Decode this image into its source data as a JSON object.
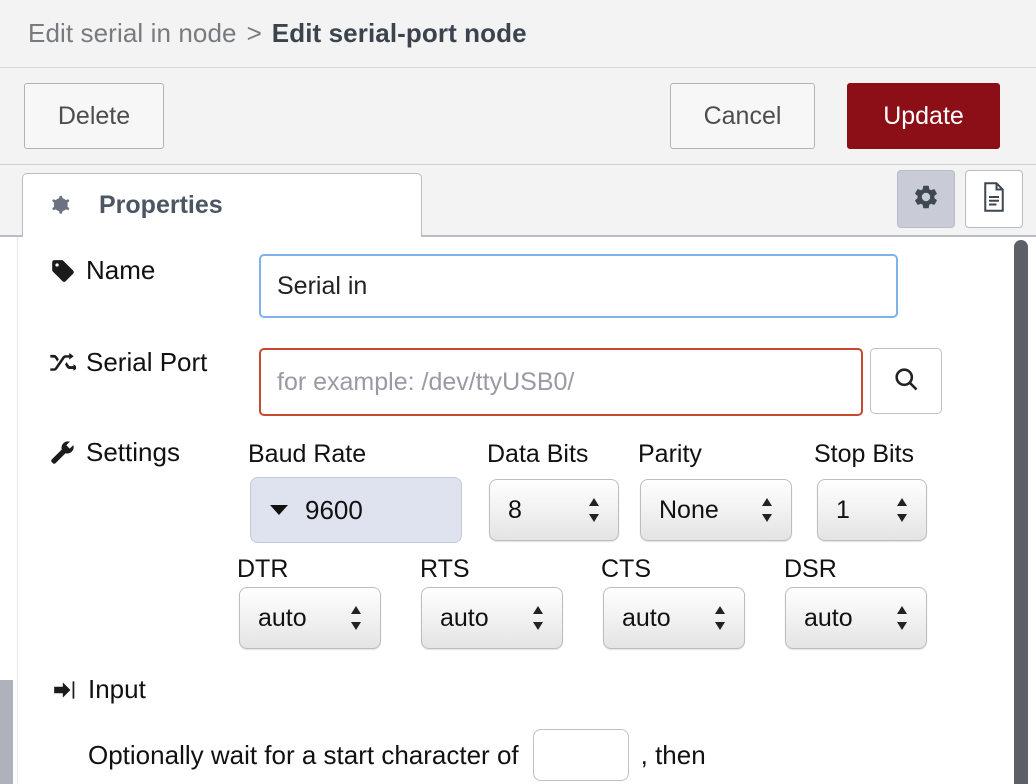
{
  "breadcrumb": {
    "previous": "Edit serial in node",
    "separator": ">",
    "current": "Edit serial-port node"
  },
  "actions": {
    "delete_label": "Delete",
    "cancel_label": "Cancel",
    "update_label": "Update",
    "update_color": "#8c0f18"
  },
  "tabs": {
    "properties_label": "Properties",
    "gear_icon": "gear-icon",
    "description_icon": "description-icon"
  },
  "form": {
    "name": {
      "label": "Name",
      "icon": "tag-icon",
      "value": "Serial in",
      "placeholder": "Name"
    },
    "serial_port": {
      "label": "Serial Port",
      "icon": "shuffle-icon",
      "value": "",
      "placeholder": "for example: /dev/ttyUSB0/",
      "search_icon": "search-icon",
      "invalid": true
    },
    "settings": {
      "label": "Settings",
      "icon": "wrench-icon",
      "fields": [
        {
          "label": "Baud Rate",
          "value": "9600",
          "type": "combo"
        },
        {
          "label": "Data Bits",
          "value": "8",
          "type": "select"
        },
        {
          "label": "Parity",
          "value": "None",
          "type": "select"
        },
        {
          "label": "Stop Bits",
          "value": "1",
          "type": "select"
        }
      ],
      "flow_control": [
        {
          "label": "DTR",
          "value": "auto"
        },
        {
          "label": "RTS",
          "value": "auto"
        },
        {
          "label": "CTS",
          "value": "auto"
        },
        {
          "label": "DSR",
          "value": "auto"
        }
      ]
    },
    "input_section": {
      "label": "Input",
      "icon": "sign-in-icon",
      "text_before": "Optionally wait for a start character of",
      "start_char_value": "",
      "text_after": ", then"
    }
  }
}
